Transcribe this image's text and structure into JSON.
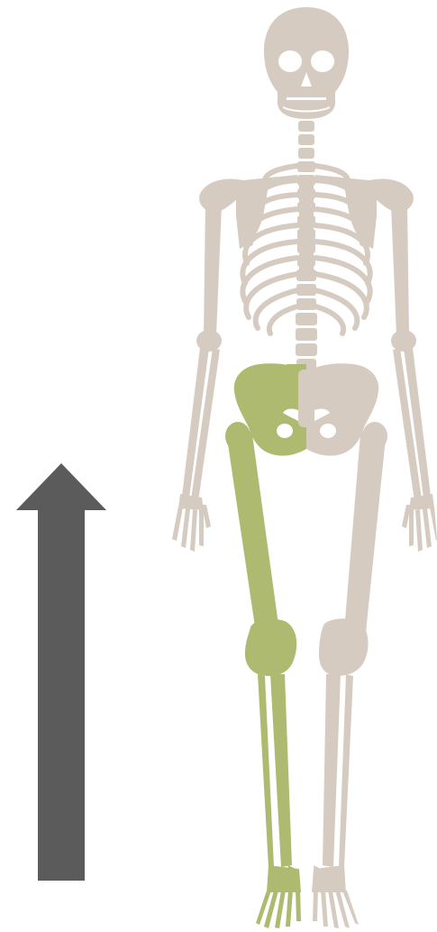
{
  "colors": {
    "background": "#ffffff",
    "bone": "#d6cbc1",
    "highlight": "#aeba6f",
    "arrow": "#5b5b5b",
    "void": "#ffffff"
  },
  "figure": {
    "highlighted_bones": [
      "left-hip-bone",
      "left-femur",
      "left-tibia",
      "left-fibula",
      "left-foot"
    ],
    "arrow_direction": "up"
  }
}
